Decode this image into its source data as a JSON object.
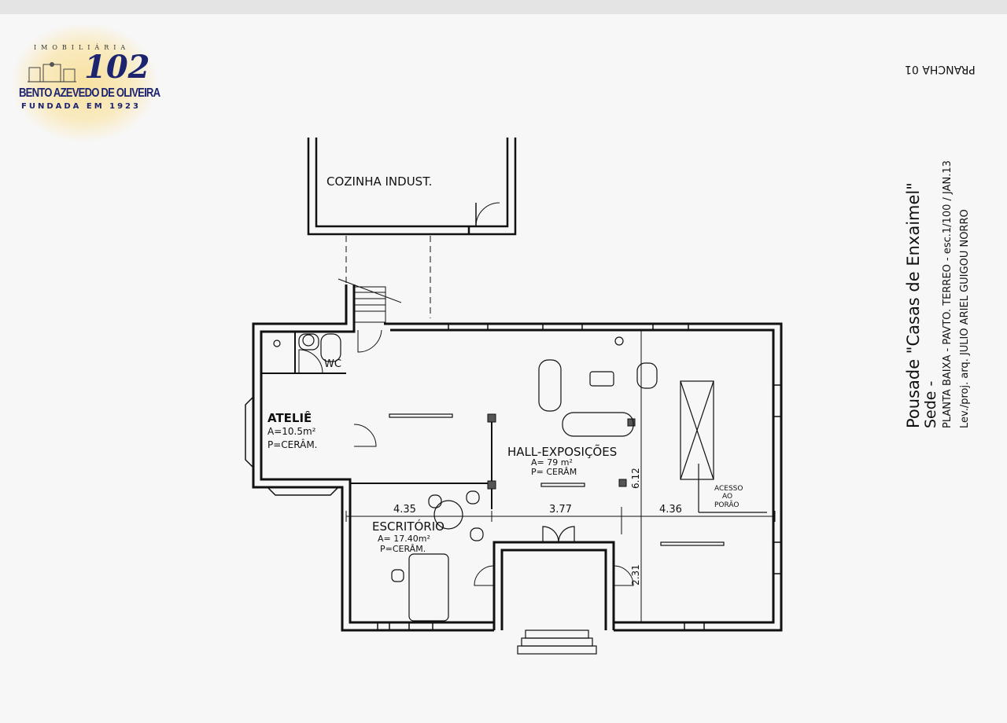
{
  "logo": {
    "top_line": "IMOBILIÁRIA",
    "number": "102",
    "name": "BENTO AZEVEDO DE OLIVEIRA",
    "founded": "FUNDADA EM 1923",
    "colors": {
      "navy": "#1c2470",
      "glow": "#f8e2a0"
    }
  },
  "title_block": {
    "project": "Pousade \"Casas de Enxaimel\"",
    "subtitle": "Sede -",
    "sheet_desc": "PLANTA BAIXA - PAVTO. TERREO - esc.1/100 / JAN.13",
    "author": "Lev./proj. arq. JULIO ARIEL GUIGOU NORRO",
    "sheet": "PRANCHA 01"
  },
  "rooms": {
    "kitchen": {
      "name": "COZINHA INDUST."
    },
    "wc": {
      "name": "WC"
    },
    "atelier": {
      "name": "ATELIÊ",
      "area": "A=10.5m²",
      "floor": "P=CERÂM."
    },
    "hall": {
      "name": "HALL-EXPOSIÇÕES",
      "area": "A= 79 m²",
      "floor": "P= CERÂM"
    },
    "office": {
      "name": "ESCRITÓRIO",
      "area": "A= 17.40m²",
      "floor": "P=CERÂM."
    },
    "basement_access": {
      "line1": "ACESSO",
      "line2": "AO",
      "line3": "PORÃO"
    }
  },
  "dimensions": {
    "d1": "4.35",
    "d2": "3.77",
    "d3": "4.36",
    "v1": "6.12",
    "v2": "2.31"
  }
}
